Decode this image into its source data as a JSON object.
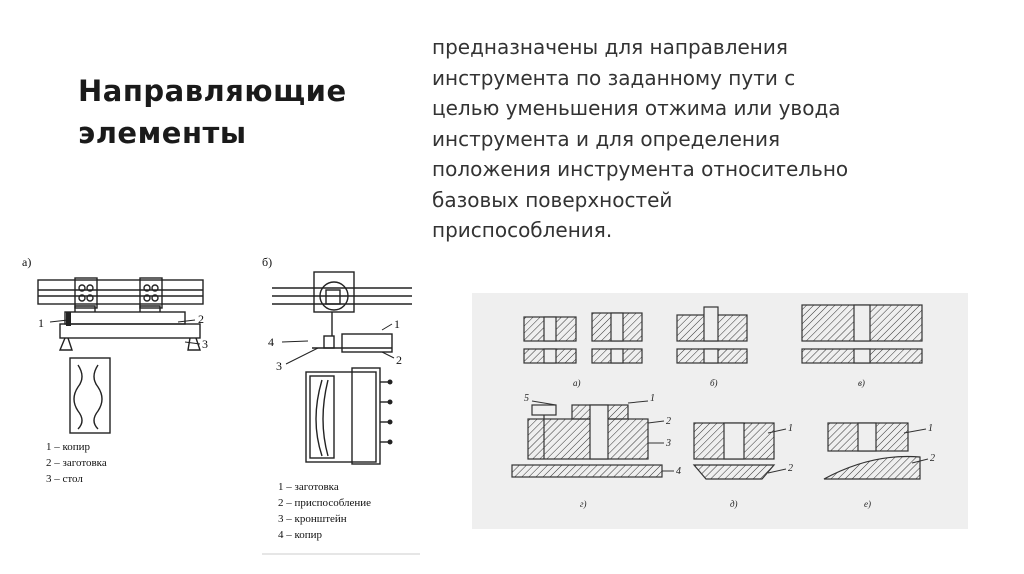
{
  "title": {
    "line1": "Направляющие",
    "line2": "элементы"
  },
  "description": [
    "предназначены для направления",
    "инструмента по заданному пути с",
    "целью уменьшения отжима или увода",
    "инструмента и для определения",
    "положения инструмента относительно",
    "базовых поверхностей",
    "приспособления."
  ],
  "figure_a": {
    "tag": "а)",
    "callouts": [
      "1",
      "2",
      "3"
    ],
    "legend": [
      "1 – копир",
      "2 – заготовка",
      "3 – стол"
    ]
  },
  "figure_b": {
    "tag": "б)",
    "callouts": [
      "1",
      "2",
      "3",
      "4"
    ],
    "legend": [
      "1 – заготовка",
      "2 – приспособление",
      "3 – кронштейн",
      "4 – копир"
    ]
  },
  "figure_c": {
    "panel_tags": [
      "а)",
      "б)",
      "в)",
      "г)",
      "д)",
      "е)"
    ],
    "callouts_g": [
      "5",
      "1",
      "2",
      "3",
      "4"
    ],
    "callouts_d": [
      "1",
      "2"
    ],
    "callouts_e": [
      "1",
      "2"
    ]
  }
}
